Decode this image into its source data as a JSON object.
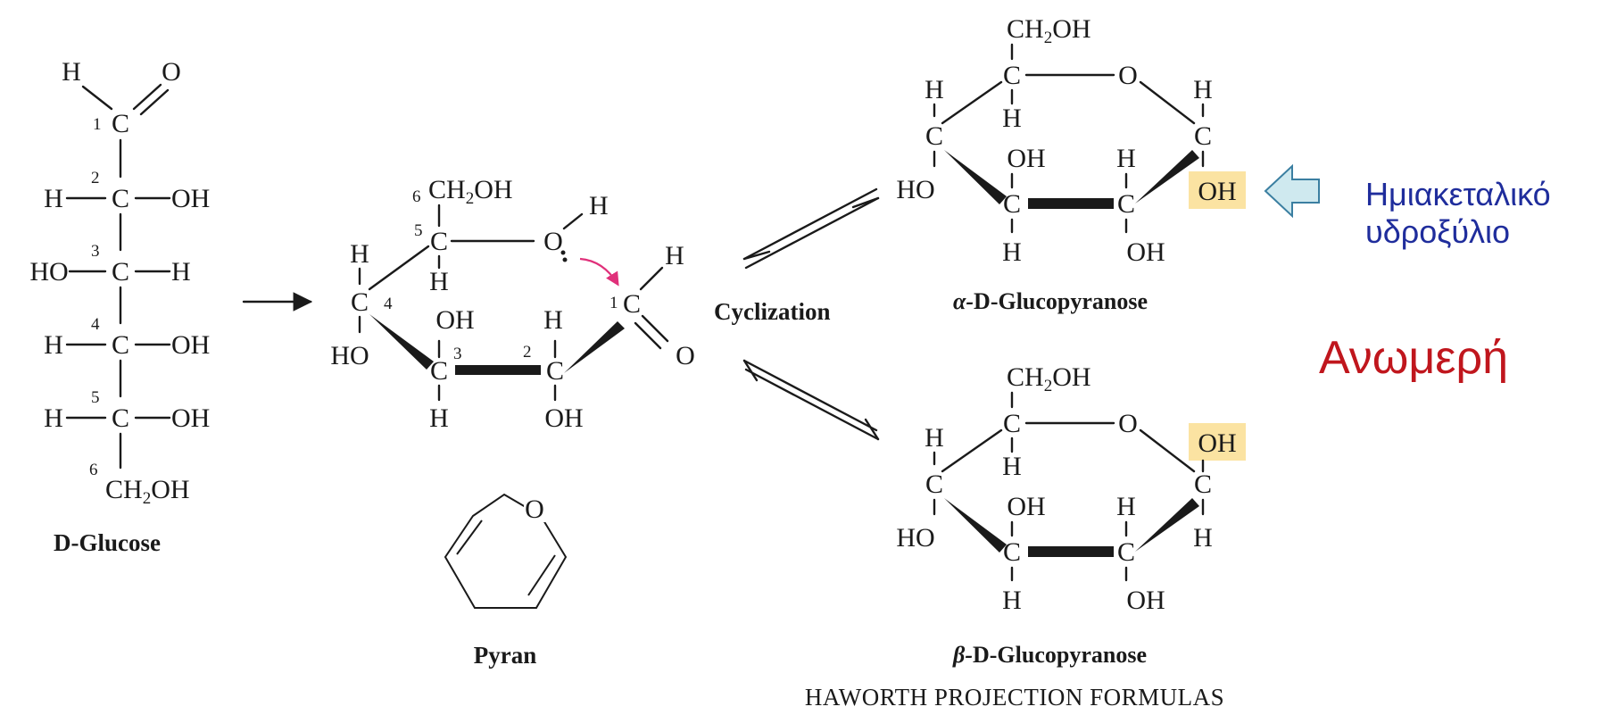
{
  "atoms": {
    "h": "H",
    "o": "O",
    "c": "C",
    "oh": "OH",
    "ho": "HO",
    "ch2oh_pre": "CH",
    "ch2oh_sub": "2",
    "ch2oh_post": "OH"
  },
  "numbers": [
    "1",
    "2",
    "3",
    "4",
    "5",
    "6"
  ],
  "captions": {
    "d_glucose": "D-Glucose",
    "pyran": "Pyran",
    "cyclization": "Cyclization",
    "alpha_greek": "α-",
    "alpha_rest": "D-Glucopyranose",
    "beta_greek": "β-",
    "beta_rest": "D-Glucopyranose",
    "haworth": "HAWORTH PROJECTION FORMULAS"
  },
  "annotations": {
    "hemiacetal_line1": "Ημιακεταλικό",
    "hemiacetal_line2": "υδροξύλιο",
    "anomer": "Ανωμερή"
  },
  "colors": {
    "hemiacetal_text": "#1f2d9c",
    "anomer_text": "#c0161d",
    "highlight": "#fbe3a2",
    "arrow_fill": "#cfe9ef",
    "arrow_stroke": "#3b7fa1",
    "curved_arrow": "#e0307a"
  }
}
